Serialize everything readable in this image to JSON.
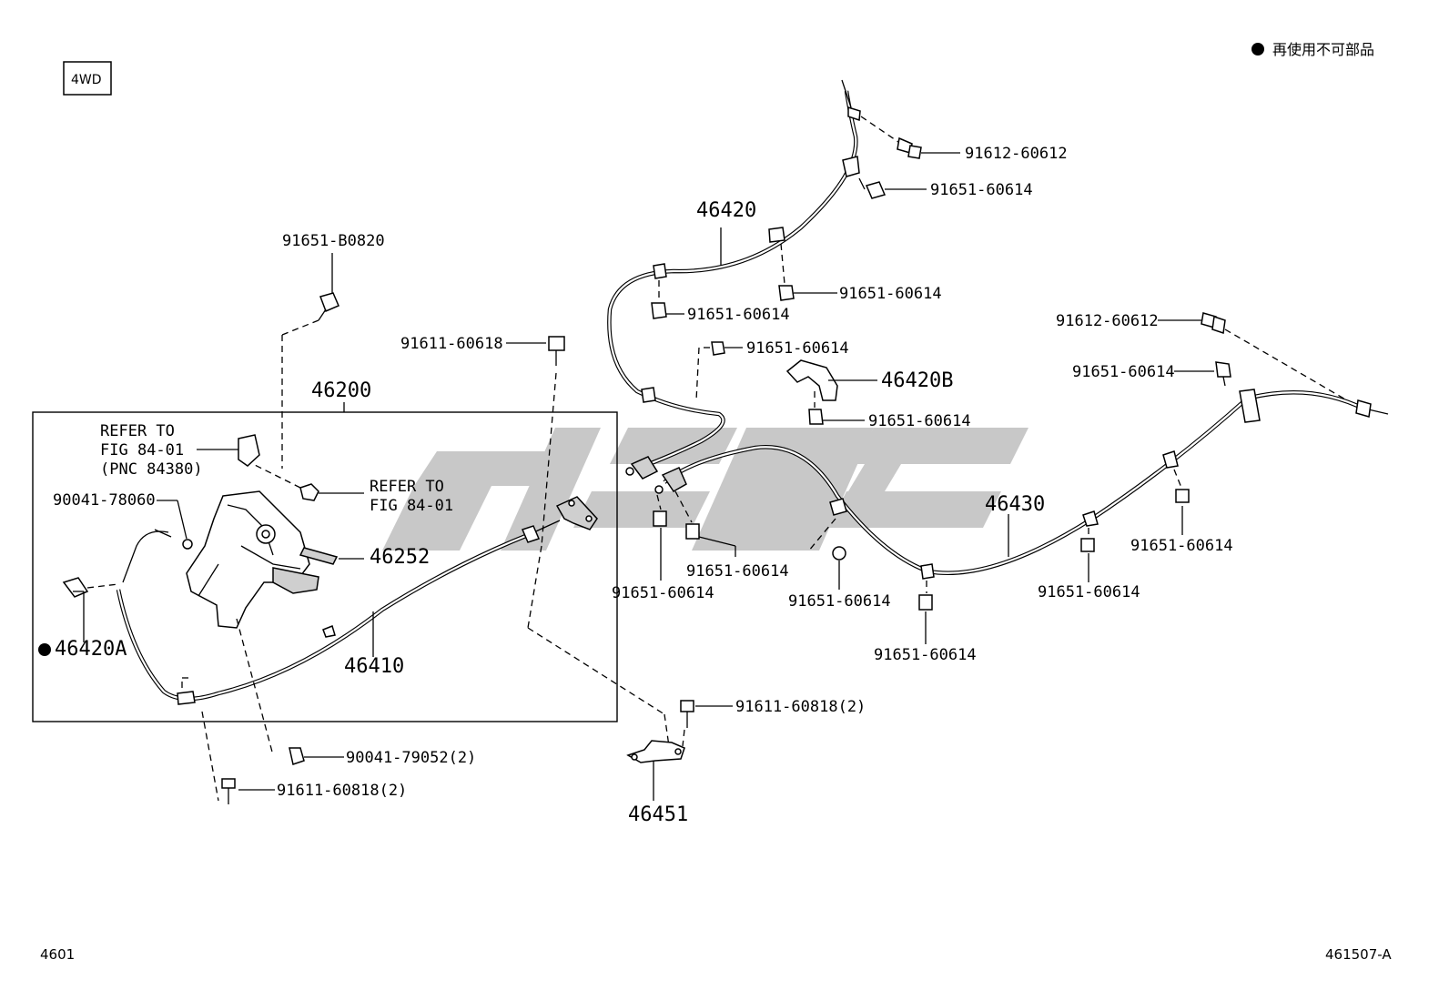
{
  "legend": {
    "text": "再使用不可部品",
    "bullet_color": "#000000"
  },
  "variant_box": "4WD",
  "footer": {
    "left": "4601",
    "right": "461507-A"
  },
  "watermark_color": "#c8c8c8",
  "labels": {
    "p91651_b0820": "91651-B0820",
    "p91611_60618": "91611-60618",
    "p46200": "46200",
    "refer1_a": "REFER TO",
    "refer1_b": "FIG 84-01",
    "refer1_c": "(PNC 84380)",
    "refer2_a": "REFER TO",
    "refer2_b": "FIG 84-01",
    "p90041_78060": "90041-78060",
    "p46252": "46252",
    "p46420a": "46420A",
    "p46410": "46410",
    "p90041_79052": "90041-79052(2)",
    "p91611_60818_left": "91611-60818(2)",
    "p46420": "46420",
    "p91612_60612_top": "91612-60612",
    "p91651_60614_a": "91651-60614",
    "p91651_60614_b": "91651-60614",
    "p91651_60614_c": "91651-60614",
    "p91651_60614_d": "91651-60614",
    "p46420b": "46420B",
    "p91651_60614_e": "91651-60614",
    "p91612_60612_right": "91612-60612",
    "p91651_60614_f": "91651-60614",
    "p46430": "46430",
    "p91651_60614_g": "91651-60614",
    "p91651_60614_h": "91651-60614",
    "p91651_60614_i": "91651-60614",
    "p91651_60614_j": "91651-60614",
    "p91651_60614_k": "91651-60614",
    "p91651_60614_l": "91651-60614",
    "p91611_60818_right": "91611-60818(2)",
    "p46451": "46451"
  }
}
